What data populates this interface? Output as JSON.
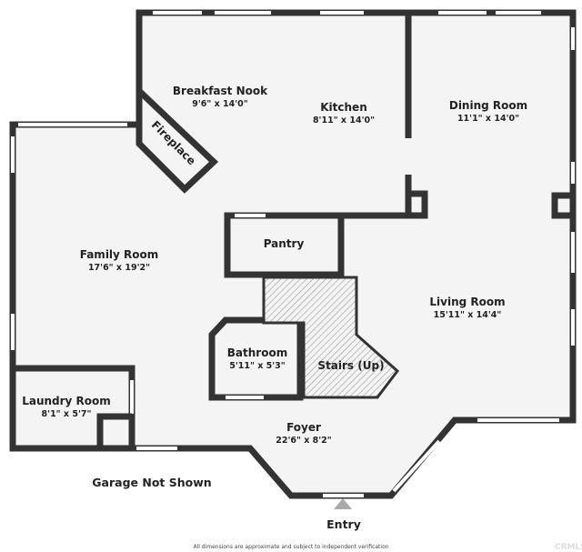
{
  "rooms": {
    "breakfast_nook": {
      "name": "Breakfast Nook",
      "dims": "9'6\" x 14'0\""
    },
    "kitchen": {
      "name": "Kitchen",
      "dims": "8'11\" x 14'0\""
    },
    "dining_room": {
      "name": "Dining Room",
      "dims": "11'1\" x 14'0\""
    },
    "family_room": {
      "name": "Family Room",
      "dims": "17'6\" x 19'2\""
    },
    "pantry": {
      "name": "Pantry"
    },
    "living_room": {
      "name": "Living Room",
      "dims": "15'11\" x 14'4\""
    },
    "bathroom": {
      "name": "Bathroom",
      "dims": "5'11\" x 5'3\""
    },
    "stairs": {
      "name": "Stairs (Up)"
    },
    "laundry_room": {
      "name": "Laundry Room",
      "dims": "8'1\" x 5'7\""
    },
    "foyer": {
      "name": "Foyer",
      "dims": "22'6\" x 8'2\""
    },
    "fireplace": {
      "name": "Fireplace"
    }
  },
  "labels": {
    "garage": "Garage Not Shown",
    "entry": "Entry",
    "disclaimer": "All dimensions are approximate and subject to independent verification",
    "watermark": "CRMLS"
  },
  "colors": {
    "wall": "#333333",
    "floor": "#f4f4f4",
    "entry_arrow": "#aaaaaa"
  }
}
